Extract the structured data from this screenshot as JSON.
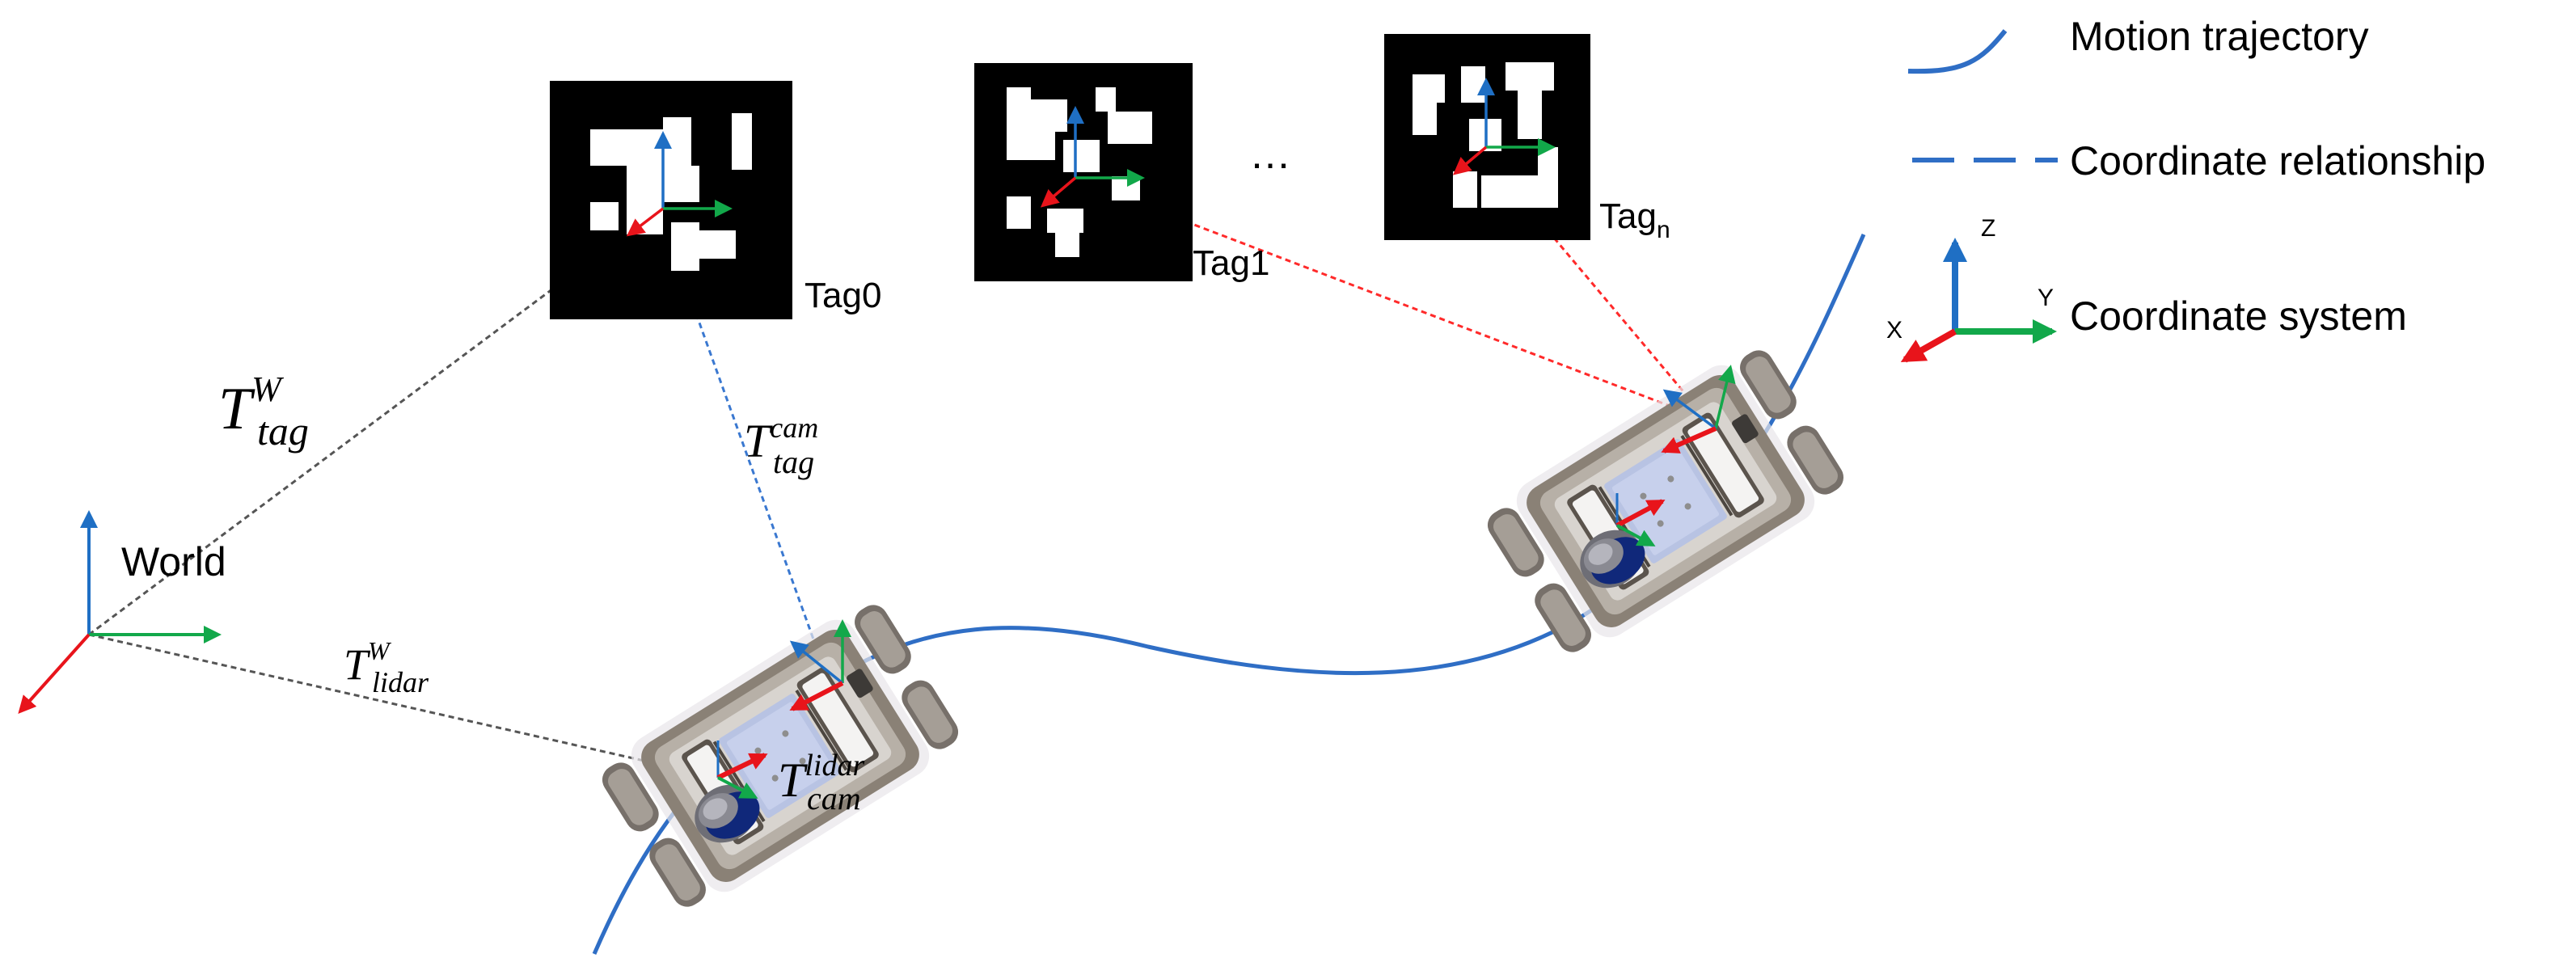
{
  "legend": {
    "trajectory": "Motion trajectory",
    "relationship": "Coordinate relationship",
    "system": "Coordinate system",
    "axis_x": "X",
    "axis_y": "Y",
    "axis_z": "Z"
  },
  "tags": {
    "tag0": "Tag0",
    "tag1": "Tag1",
    "tagn_base": "Tag",
    "tagn_sub": "n",
    "ellipsis": "…"
  },
  "world_label": "World",
  "transforms": {
    "tag_world": {
      "base": "T",
      "sup": "W",
      "sub": "tag"
    },
    "tag_cam": {
      "base": "T",
      "sup": "cam",
      "sub": "tag"
    },
    "lidar_world": {
      "base": "T",
      "sup": "W",
      "sub": "lidar"
    },
    "cam_lidar": {
      "base": "T",
      "sup": "lidar",
      "sub": "cam"
    }
  },
  "colors": {
    "x_axis": "#e8141b",
    "y_axis": "#12a84a",
    "z_axis": "#1f6fc4",
    "trajectory": "#2f6ec5",
    "tag_link": "#ff2a2a",
    "cam_link": "#3a78d0",
    "world_link": "#555555"
  },
  "icons": {
    "robot": "robot-car-icon",
    "tag": "apriltag-marker-icon",
    "frame": "xyz-frame-icon"
  }
}
